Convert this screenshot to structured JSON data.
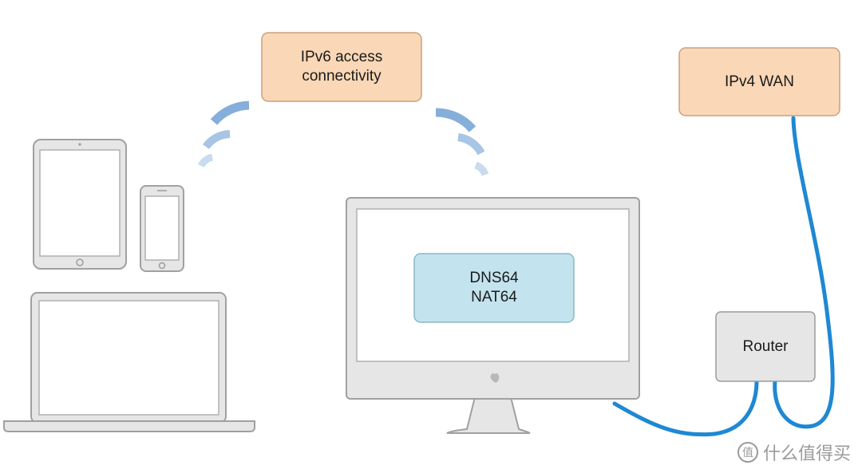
{
  "boxes": {
    "ipv6_access": {
      "line1": "IPv6 access",
      "line2": "connectivity"
    },
    "ipv4_wan": {
      "label": "IPv4 WAN"
    },
    "dns_nat": {
      "line1": "DNS64",
      "line2": "NAT64"
    },
    "router": {
      "label": "Router"
    }
  },
  "watermark": {
    "text": "什么值得买",
    "logo": "值"
  },
  "colors": {
    "orange_box": "#fad7b6",
    "blue_box": "#c3e3ef",
    "cable": "#1f88d3",
    "device_gray": "#e6e6e6",
    "device_stroke": "#9c9c9c",
    "wifi": "#7fa9d6"
  }
}
